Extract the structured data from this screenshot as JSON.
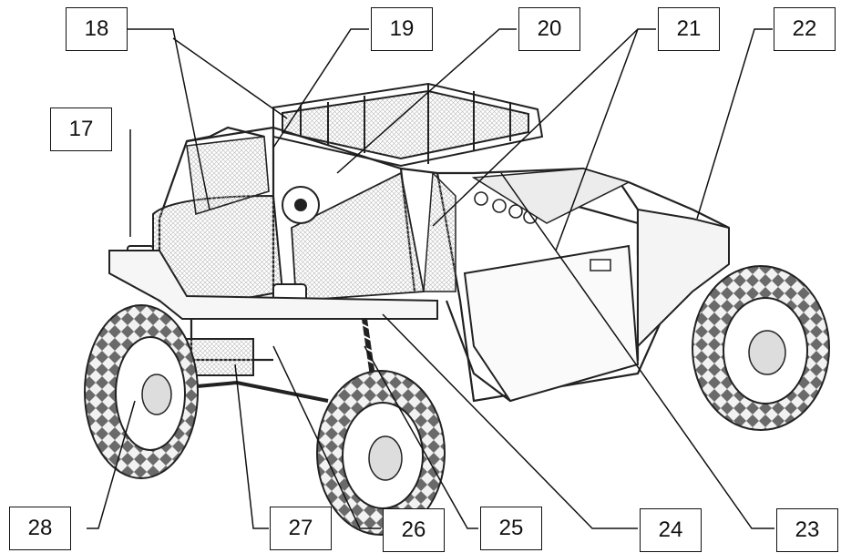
{
  "callouts": {
    "c17": "17",
    "c18": "18",
    "c19": "19",
    "c20": "20",
    "c21": "21",
    "c22": "22",
    "c23": "23",
    "c24": "24",
    "c25": "25",
    "c26": "26",
    "c27": "27",
    "c28": "28"
  },
  "colors": {
    "line": "#111111",
    "mesh": "#cfcfcf",
    "tire": "#555555"
  }
}
